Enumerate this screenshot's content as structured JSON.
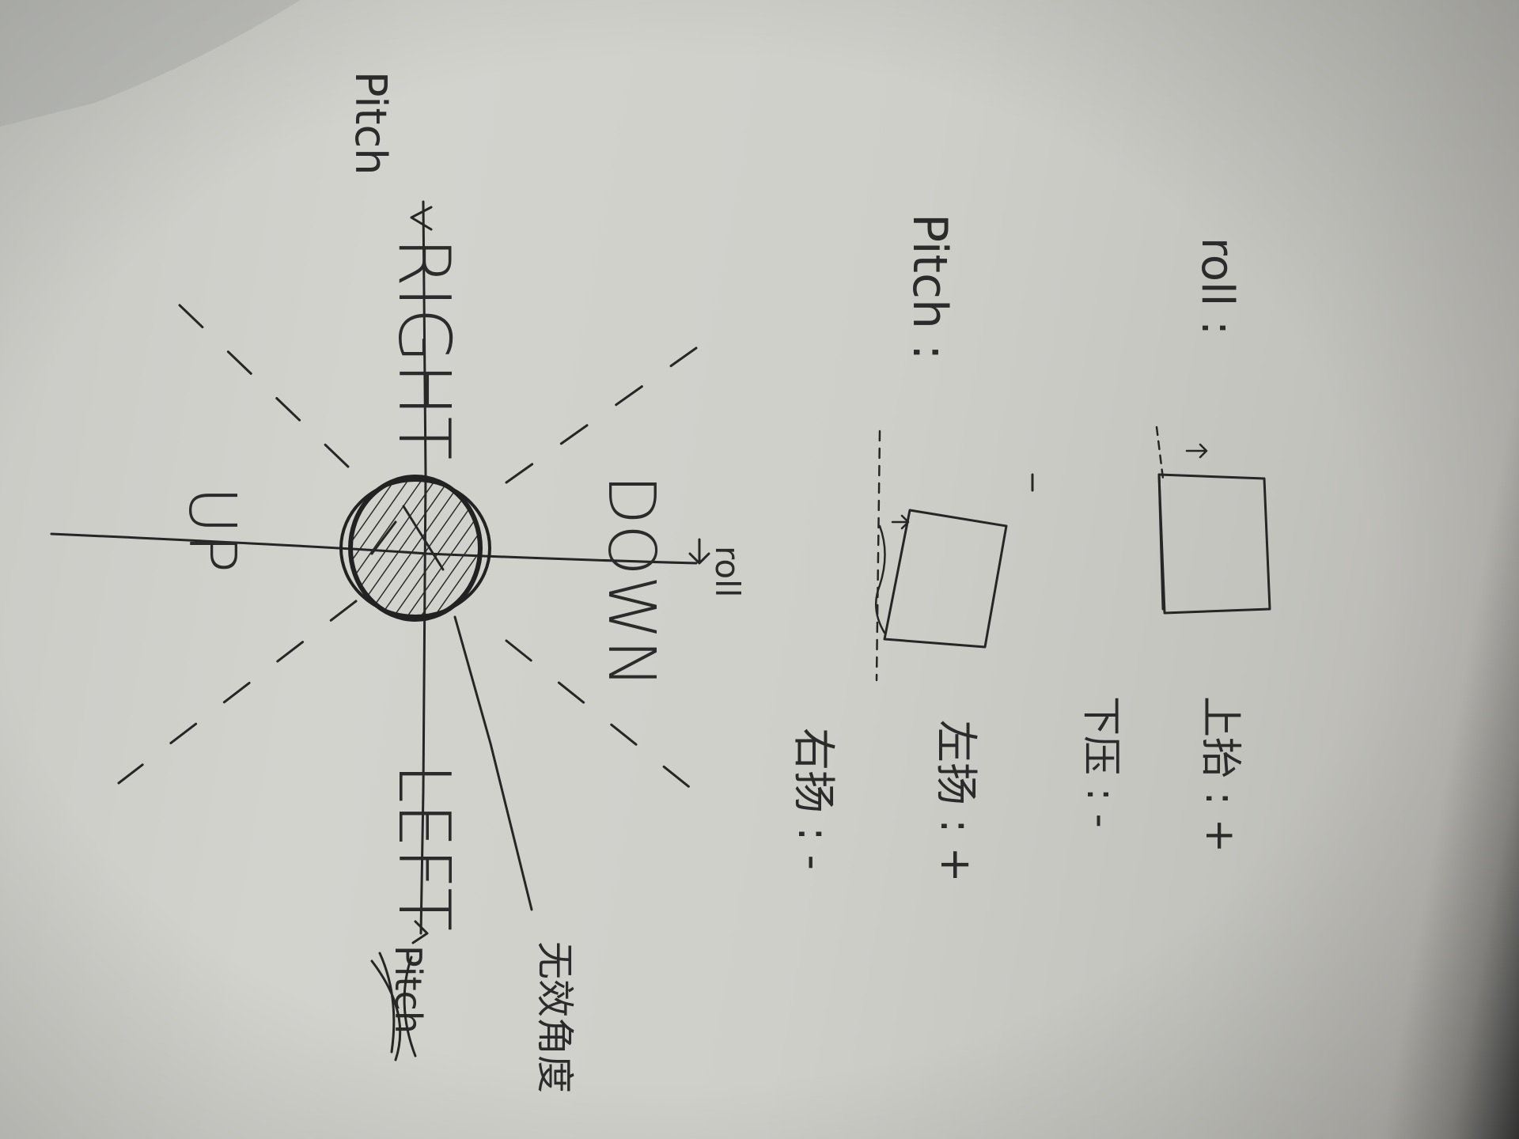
{
  "notes": {
    "roll_heading": "roll :",
    "roll_up": "上抬 : +",
    "roll_down": "下压 : -",
    "pitch_heading": "Pitch :",
    "pitch_left": "左扬 : +",
    "pitch_right": "右扬 : -"
  },
  "diagram": {
    "label_pitch": "Pitch",
    "label_right": "RIGHT",
    "label_left": "LEFT",
    "label_up": "UP",
    "label_down": "DOWN",
    "label_roll": "roll",
    "label_zero_angle": "无效角度",
    "crossed_out": "Pitch"
  }
}
